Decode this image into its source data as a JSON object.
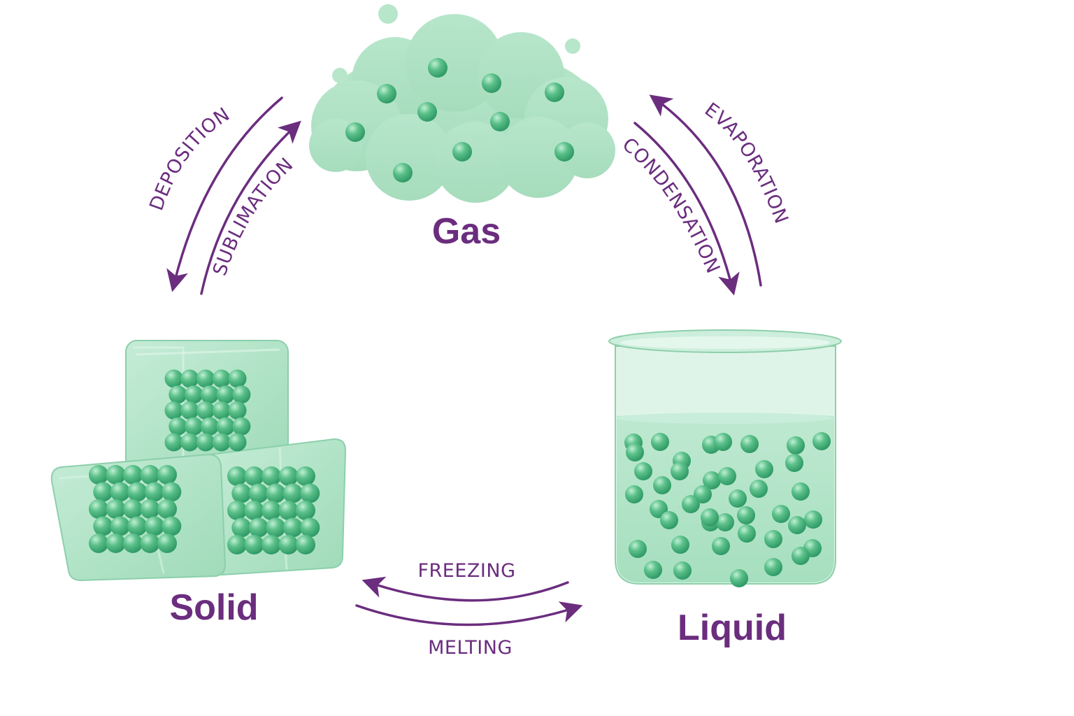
{
  "colors": {
    "accent": "#6b2d7e",
    "particle": "#5cc08a",
    "particle_dark": "#2f9a66",
    "particle_light": "#b9ecd0",
    "material": "#a8e0c0",
    "material_light": "#cfeedd",
    "material_edge": "#8ccfab"
  },
  "states": {
    "gas": "Gas",
    "solid": "Solid",
    "liquid": "Liquid"
  },
  "processes": {
    "deposition": "DEPOSITION",
    "sublimation": "SUBLIMATION",
    "evaporation": "EVAPORATION",
    "condensation": "CONDENSATION",
    "freezing": "FREEZING",
    "melting": "MELTING"
  }
}
